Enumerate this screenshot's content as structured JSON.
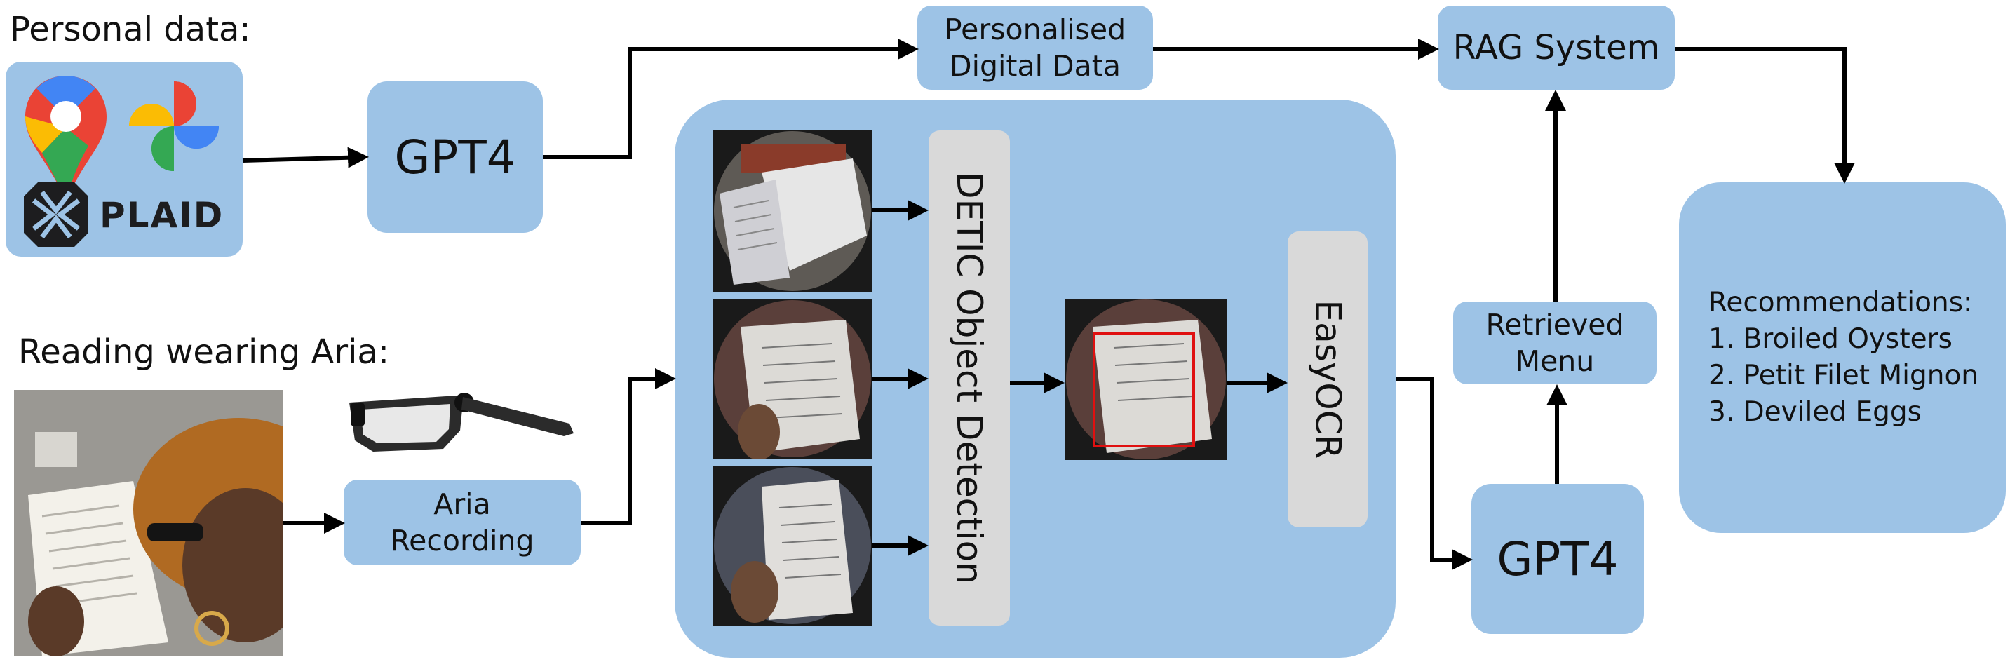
{
  "labels": {
    "personal_data": "Personal data:",
    "reading_wearing_aria": "Reading wearing Aria:"
  },
  "boxes": {
    "gpt4_top": "GPT4",
    "personalised_line1": "Personalised",
    "personalised_line2": "Digital Data",
    "rag_system": "RAG System",
    "aria_line1": "Aria",
    "aria_line2": "Recording",
    "detic": "DETIC Object Detection",
    "easyocr": "EasyOCR",
    "retrieved_line1": "Retrieved",
    "retrieved_line2": "Menu",
    "gpt4_bottom": "GPT4"
  },
  "recommendations": {
    "heading": "Recommendations:",
    "items": [
      "1. Broiled Oysters",
      "2. Petit Filet Mignon",
      "3. Deviled Eggs"
    ]
  },
  "logos": {
    "plaid": "PLAID"
  },
  "icons": [
    "google-maps-icon",
    "google-photos-icon",
    "plaid-logo-icon",
    "aria-glasses-icon"
  ],
  "colors": {
    "box_blue": "#9dc3e6",
    "module_grey": "#d9d9d9",
    "arrow": "#000000",
    "detection_box": "#e01010"
  }
}
